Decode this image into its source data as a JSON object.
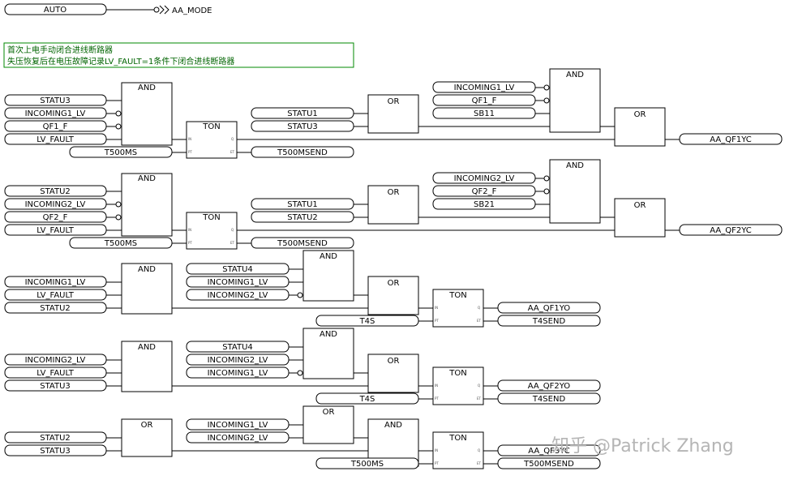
{
  "comment": {
    "line1": "首次上电手动闭合进线断路器",
    "line2": "失压恢复后在电压故障记录LV_FAULT=1条件下闭合进线断路器"
  },
  "jump": {
    "source": "AUTO",
    "target": "AA_MODE"
  },
  "watermark": "知乎 @Patrick Zhang",
  "networks": [
    {
      "inputs": [
        "STATU3",
        "INCOMING1_LV",
        "QF1_F",
        "LV_FAULT"
      ],
      "and1_label": "AND",
      "ton_label": "TON",
      "ton_pt": "T500MS",
      "ton_q": "T500MSEND",
      "or1_label": "OR",
      "or1_inputs": [
        "STATU1",
        "STATU3"
      ],
      "and2_label": "AND",
      "and2_inputs": [
        "INCOMING1_LV",
        "QF1_F",
        "SB11"
      ],
      "or2_label": "OR",
      "output": "AA_QF1YC"
    },
    {
      "inputs": [
        "STATU2",
        "INCOMING2_LV",
        "QF2_F",
        "LV_FAULT"
      ],
      "and1_label": "AND",
      "ton_label": "TON",
      "ton_pt": "T500MS",
      "ton_q": "T500MSEND",
      "or1_label": "OR",
      "or1_inputs": [
        "STATU1",
        "STATU2"
      ],
      "and2_label": "AND",
      "and2_inputs": [
        "INCOMING2_LV",
        "QF2_F",
        "SB21"
      ],
      "or2_label": "OR",
      "output": "AA_QF2YC"
    },
    {
      "inputs": [
        "INCOMING1_LV",
        "LV_FAULT",
        "STATU2"
      ],
      "and1_label": "AND",
      "and2_label": "AND",
      "and2_inputs": [
        "STATU4",
        "INCOMING1_LV",
        "INCOMING2_LV"
      ],
      "or1_label": "OR",
      "ton_label": "TON",
      "ton_pt": "T4S",
      "ton_q": "T4SEND",
      "output": "AA_QF1YO"
    },
    {
      "inputs": [
        "INCOMING2_LV",
        "LV_FAULT",
        "STATU3"
      ],
      "and1_label": "AND",
      "and2_label": "AND",
      "and2_inputs": [
        "STATU4",
        "INCOMING2_LV",
        "INCOMING1_LV"
      ],
      "or1_label": "OR",
      "ton_label": "TON",
      "ton_pt": "T4S",
      "ton_q": "T4SEND",
      "output": "AA_QF2YO"
    },
    {
      "inputs": [
        "STATU2",
        "STATU3"
      ],
      "or1_label": "OR",
      "or2_label": "OR",
      "or2_inputs": [
        "INCOMING1_LV",
        "INCOMING2_LV"
      ],
      "and1_label": "AND",
      "ton_label": "TON",
      "ton_pt": "T500MS",
      "ton_q": "T500MSEND",
      "output": "AA_QF3YC"
    }
  ]
}
